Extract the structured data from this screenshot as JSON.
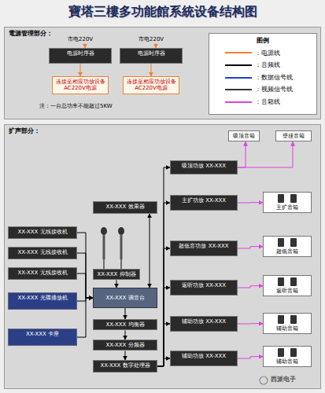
{
  "diagram": {
    "title": "寶塔三樓多功能館系統设备结构图",
    "nodes": [
      {
        "text": [
          "電源管理部分："
        ]
      },
      {
        "text": [
          "市电220V"
        ],
        "in": 0
      },
      {
        "text": [
          "电源时序器"
        ],
        "in": 0
      },
      {
        "text": [
          "连接至相应功放设备AC220V电源"
        ],
        "in": 0
      },
      {
        "text": [
          "市电220V"
        ],
        "in": 0
      },
      {
        "text": [
          "电源时序器"
        ],
        "in": 0
      },
      {
        "text": [
          "连接至相应功放设备AC220V电源"
        ],
        "in": 0
      },
      {
        "text": [
          "图例"
        ],
        "in": 0
      },
      {
        "text": [
          "扩声部分："
        ]
      },
      {
        "text": [
          "XX-XXX 无线接收机"
        ],
        "in": 8
      },
      {
        "text": [
          "XX-XXX 无线接收机"
        ],
        "in": 8
      },
      {
        "text": [
          "XX-XXX 无线接收机"
        ],
        "in": 8
      },
      {
        "text": [
          "XX-XXX 光碟播放机"
        ],
        "in": 8
      },
      {
        "text": [
          "XX-XXX 卡座"
        ],
        "in": 8
      },
      {
        "text": [
          "XX-XXX 效果器"
        ],
        "in": 8
      },
      {
        "text": [
          "XX-XXX 抑制器"
        ],
        "in": 8
      },
      {
        "text": [
          "XX-XXX 调音台"
        ],
        "in": 8
      },
      {
        "text": [
          "XX-XXX 均衡器"
        ],
        "in": 8
      },
      {
        "text": [
          "XX-XXX 分频器"
        ],
        "in": 8
      },
      {
        "text": [
          "XX-XXX 数字处理器"
        ],
        "in": 8
      },
      {
        "text": [
          "吸顶功放 XX-XXX"
        ],
        "in": 8
      },
      {
        "text": [
          "主扩功放 XX-XXX"
        ],
        "in": 8
      },
      {
        "text": [
          "超低音功放 XX-XXX"
        ],
        "in": 8
      },
      {
        "text": [
          "返听功放 XX-XXX"
        ],
        "in": 8
      },
      {
        "text": [
          "辅助功放 XX-XXX"
        ],
        "in": 8
      },
      {
        "text": [
          "辅助功放 XX-XXX"
        ],
        "in": 8
      },
      {
        "text": [
          "吸顶音箱"
        ],
        "in": 8
      },
      {
        "text": [
          "壁挂音箱"
        ],
        "in": 8
      },
      {
        "text": [
          "主扩音箱"
        ],
        "in": 8
      },
      {
        "text": [
          "超低音箱"
        ],
        "in": 8
      },
      {
        "text": [
          "返听音箱"
        ],
        "in": 8
      },
      {
        "text": [
          "辅助音箱"
        ],
        "in": 8
      },
      {
        "text": [
          "辅助音箱"
        ],
        "in": 8
      }
    ],
    "edges": [
      {
        "from": 1,
        "to": 2,
        "arrow": "to"
      },
      {
        "from": 2,
        "to": 3,
        "arrow": "to"
      },
      {
        "from": 4,
        "to": 5,
        "arrow": "to"
      },
      {
        "from": 5,
        "to": 6,
        "arrow": "to"
      },
      {
        "from": 9,
        "to": 16,
        "arrow": "to"
      },
      {
        "from": 10,
        "to": 16,
        "arrow": "to"
      },
      {
        "from": 11,
        "to": 16,
        "arrow": "to"
      },
      {
        "from": 12,
        "to": 16,
        "arrow": "to"
      },
      {
        "from": 13,
        "to": 16,
        "arrow": "to"
      },
      {
        "from": 14,
        "to": 16,
        "arrow": "both"
      },
      {
        "from": 15,
        "to": 16,
        "arrow": "to"
      },
      {
        "from": 16,
        "to": 17,
        "arrow": "to"
      },
      {
        "from": 17,
        "to": 18,
        "arrow": "to"
      },
      {
        "from": 18,
        "to": 19,
        "arrow": "to"
      },
      {
        "from": 19,
        "to": 20,
        "arrow": "to"
      },
      {
        "from": 19,
        "to": 21,
        "arrow": "to"
      },
      {
        "from": 19,
        "to": 22,
        "arrow": "to"
      },
      {
        "from": 19,
        "to": 23,
        "arrow": "to"
      },
      {
        "from": 19,
        "to": 24,
        "arrow": "to"
      },
      {
        "from": 19,
        "to": 25,
        "arrow": "to"
      },
      {
        "from": 20,
        "to": 26,
        "arrow": "to"
      },
      {
        "from": 20,
        "to": 27,
        "arrow": "to"
      },
      {
        "from": 21,
        "to": 28,
        "arrow": "to"
      },
      {
        "from": 22,
        "to": 29,
        "arrow": "to"
      },
      {
        "from": 23,
        "to": 30,
        "arrow": "to"
      },
      {
        "from": 24,
        "to": 31,
        "arrow": "to"
      },
      {
        "from": 25,
        "to": 32,
        "arrow": "to"
      }
    ],
    "labels": [
      "注：一台总功率不能超过5KW",
      "西派电子"
    ],
    "legend": [
      {
        "text": "：电源线",
        "color": "#f08030"
      },
      {
        "text": "：音频线",
        "color": "#000000"
      },
      {
        "text": "：数据信号线",
        "color": "#1a3fd6"
      },
      {
        "text": "：视频信号线",
        "color": "#333333"
      },
      {
        "text": "：音箱线",
        "color": "#e040e0"
      }
    ]
  }
}
